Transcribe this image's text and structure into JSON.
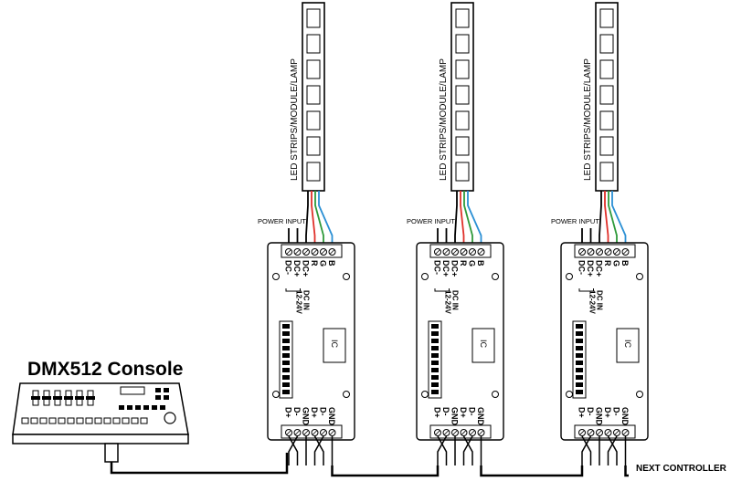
{
  "console": {
    "title": "DMX512 Console"
  },
  "decoders": [
    {
      "strip_label": "LED STRIPS/MODULE/LAMP",
      "power_input_label": "POWER INPUT",
      "top_terminals": [
        "DC-",
        "DC+",
        "DC+",
        "R",
        "G",
        "B"
      ],
      "dc_in_label": "DC IN",
      "voltage_label": "12-24V",
      "chip_label": "IC",
      "bottom_terminals": [
        "D+",
        "D-",
        "GND",
        "D+",
        "D-",
        "GND"
      ]
    },
    {
      "strip_label": "LED STRIPS/MODULE/LAMP",
      "power_input_label": "POWER INPUT",
      "top_terminals": [
        "DC-",
        "DC+",
        "DC+",
        "R",
        "G",
        "B"
      ],
      "dc_in_label": "DC IN",
      "voltage_label": "12-24V",
      "chip_label": "IC",
      "bottom_terminals": [
        "D+",
        "D-",
        "GND",
        "D+",
        "D-",
        "GND"
      ]
    },
    {
      "strip_label": "LED STRIPS/MODULE/LAMP",
      "power_input_label": "POWER INPUT",
      "top_terminals": [
        "DC-",
        "DC+",
        "DC+",
        "R",
        "G",
        "B"
      ],
      "dc_in_label": "DC IN",
      "voltage_label": "12-24V",
      "chip_label": "IC",
      "bottom_terminals": [
        "D+",
        "D-",
        "GND",
        "D+",
        "D-",
        "GND"
      ]
    }
  ],
  "next_controller_label": "NEXT CONTROLLER",
  "colors": {
    "line": "#000000",
    "red_wire": "#e0302a",
    "green_wire": "#2f9a3a",
    "blue_wire": "#2a8fd4"
  }
}
